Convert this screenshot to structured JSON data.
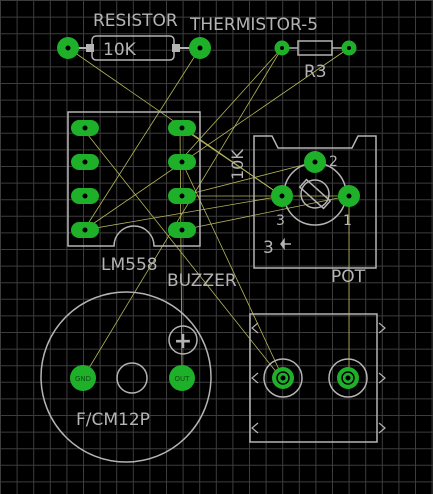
{
  "theme": {
    "background": "#000000",
    "grid": "#3c3c3c",
    "silk": "#b4b4b4",
    "pad": "#1fb02a",
    "airwire": "#b6b65a"
  },
  "labels": {
    "resistor_name": "RESISTOR",
    "resistor_value": "10K",
    "thermistor_name": "THERMISTOR-5",
    "thermistor_ref": "R3",
    "pot_value": "10K",
    "pot_pin1": "1",
    "pot_pin2": "2",
    "pot_pin3": "3",
    "pot_marker": "3",
    "pot_name": "POT",
    "ic_name": "LM558",
    "buzzer_name": "BUZZER",
    "buzzer_part": "F/CM12P",
    "buzzer_plus": "+",
    "pad_gnd": "GND",
    "pad_out": "OUT"
  }
}
